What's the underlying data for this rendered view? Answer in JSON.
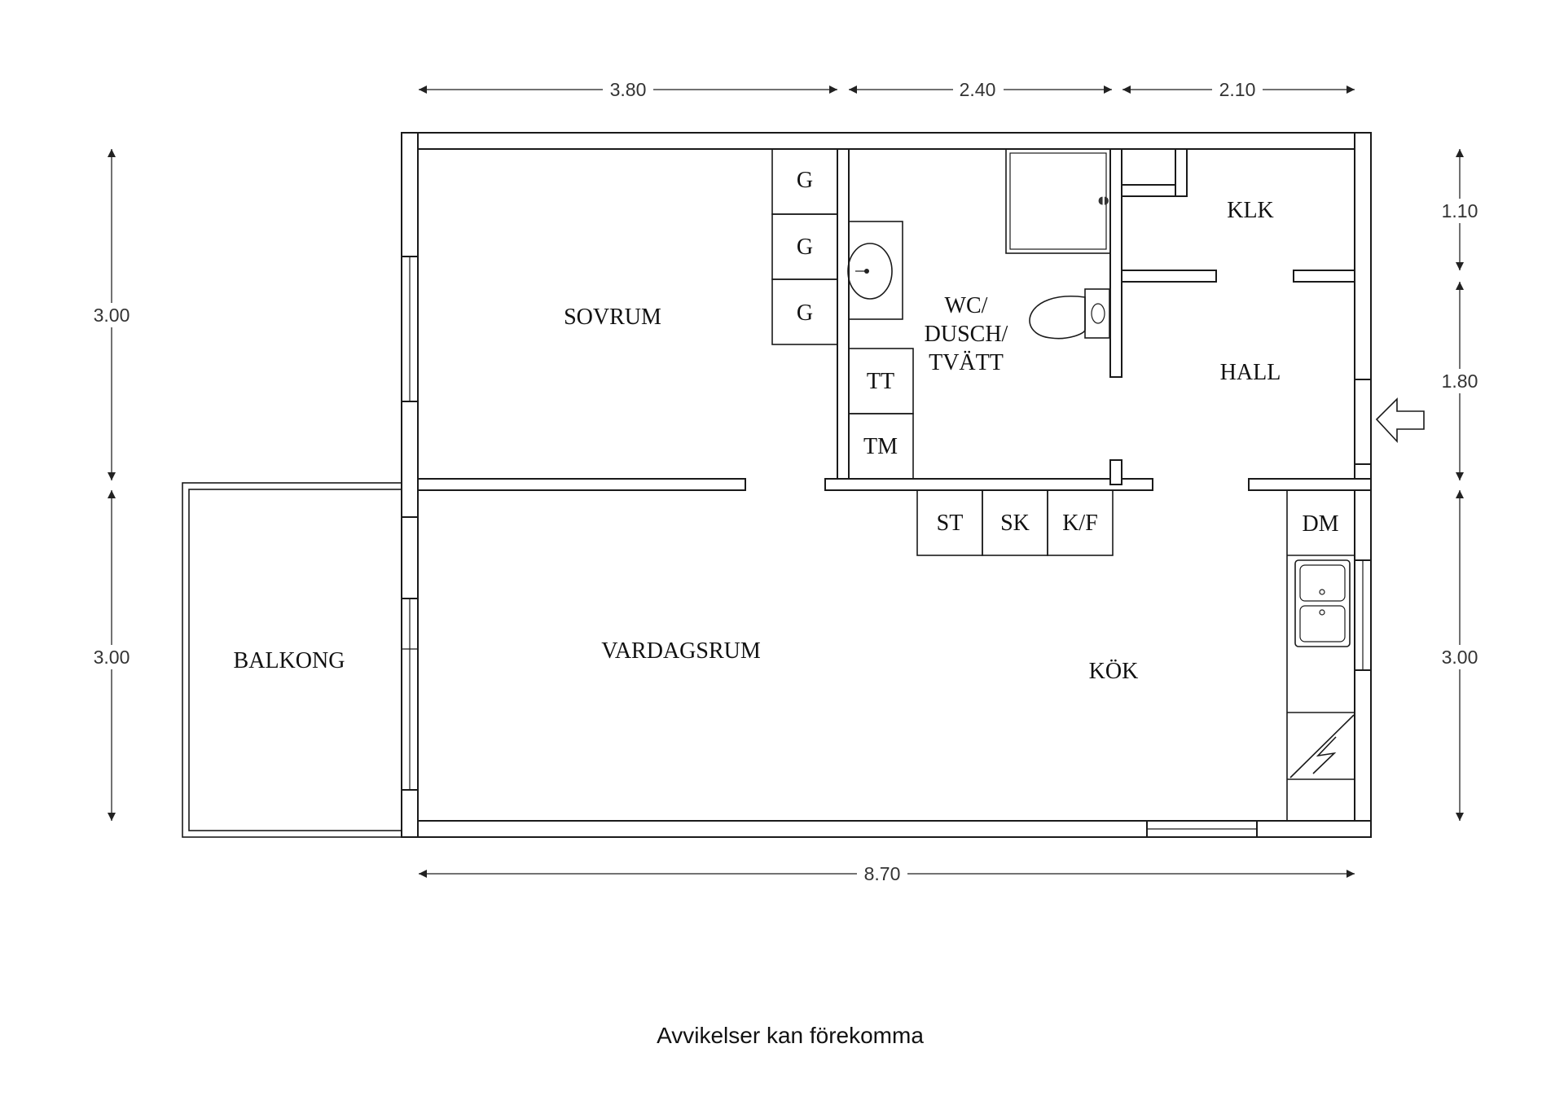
{
  "rooms": {
    "sovrum": "SOVRUM",
    "vardagsrum": "VARDAGSRUM",
    "balkong": "BALKONG",
    "wc": [
      "WC/",
      "DUSCH/",
      "TVÄTT"
    ],
    "klk": "KLK",
    "hall": "HALL",
    "kok": "KÖK"
  },
  "fixtures": {
    "wardrobe": "G",
    "dryer": "TT",
    "washer": "TM",
    "st": "ST",
    "sk": "SK",
    "kf": "K/F",
    "dm": "DM"
  },
  "dimensions": {
    "top": [
      "3.80",
      "2.40",
      "2.10"
    ],
    "bottom": "8.70",
    "left": [
      "3.00",
      "3.00"
    ],
    "right": [
      "1.10",
      "1.80",
      "3.00"
    ]
  },
  "caption": "Avvikelser kan förekomma"
}
